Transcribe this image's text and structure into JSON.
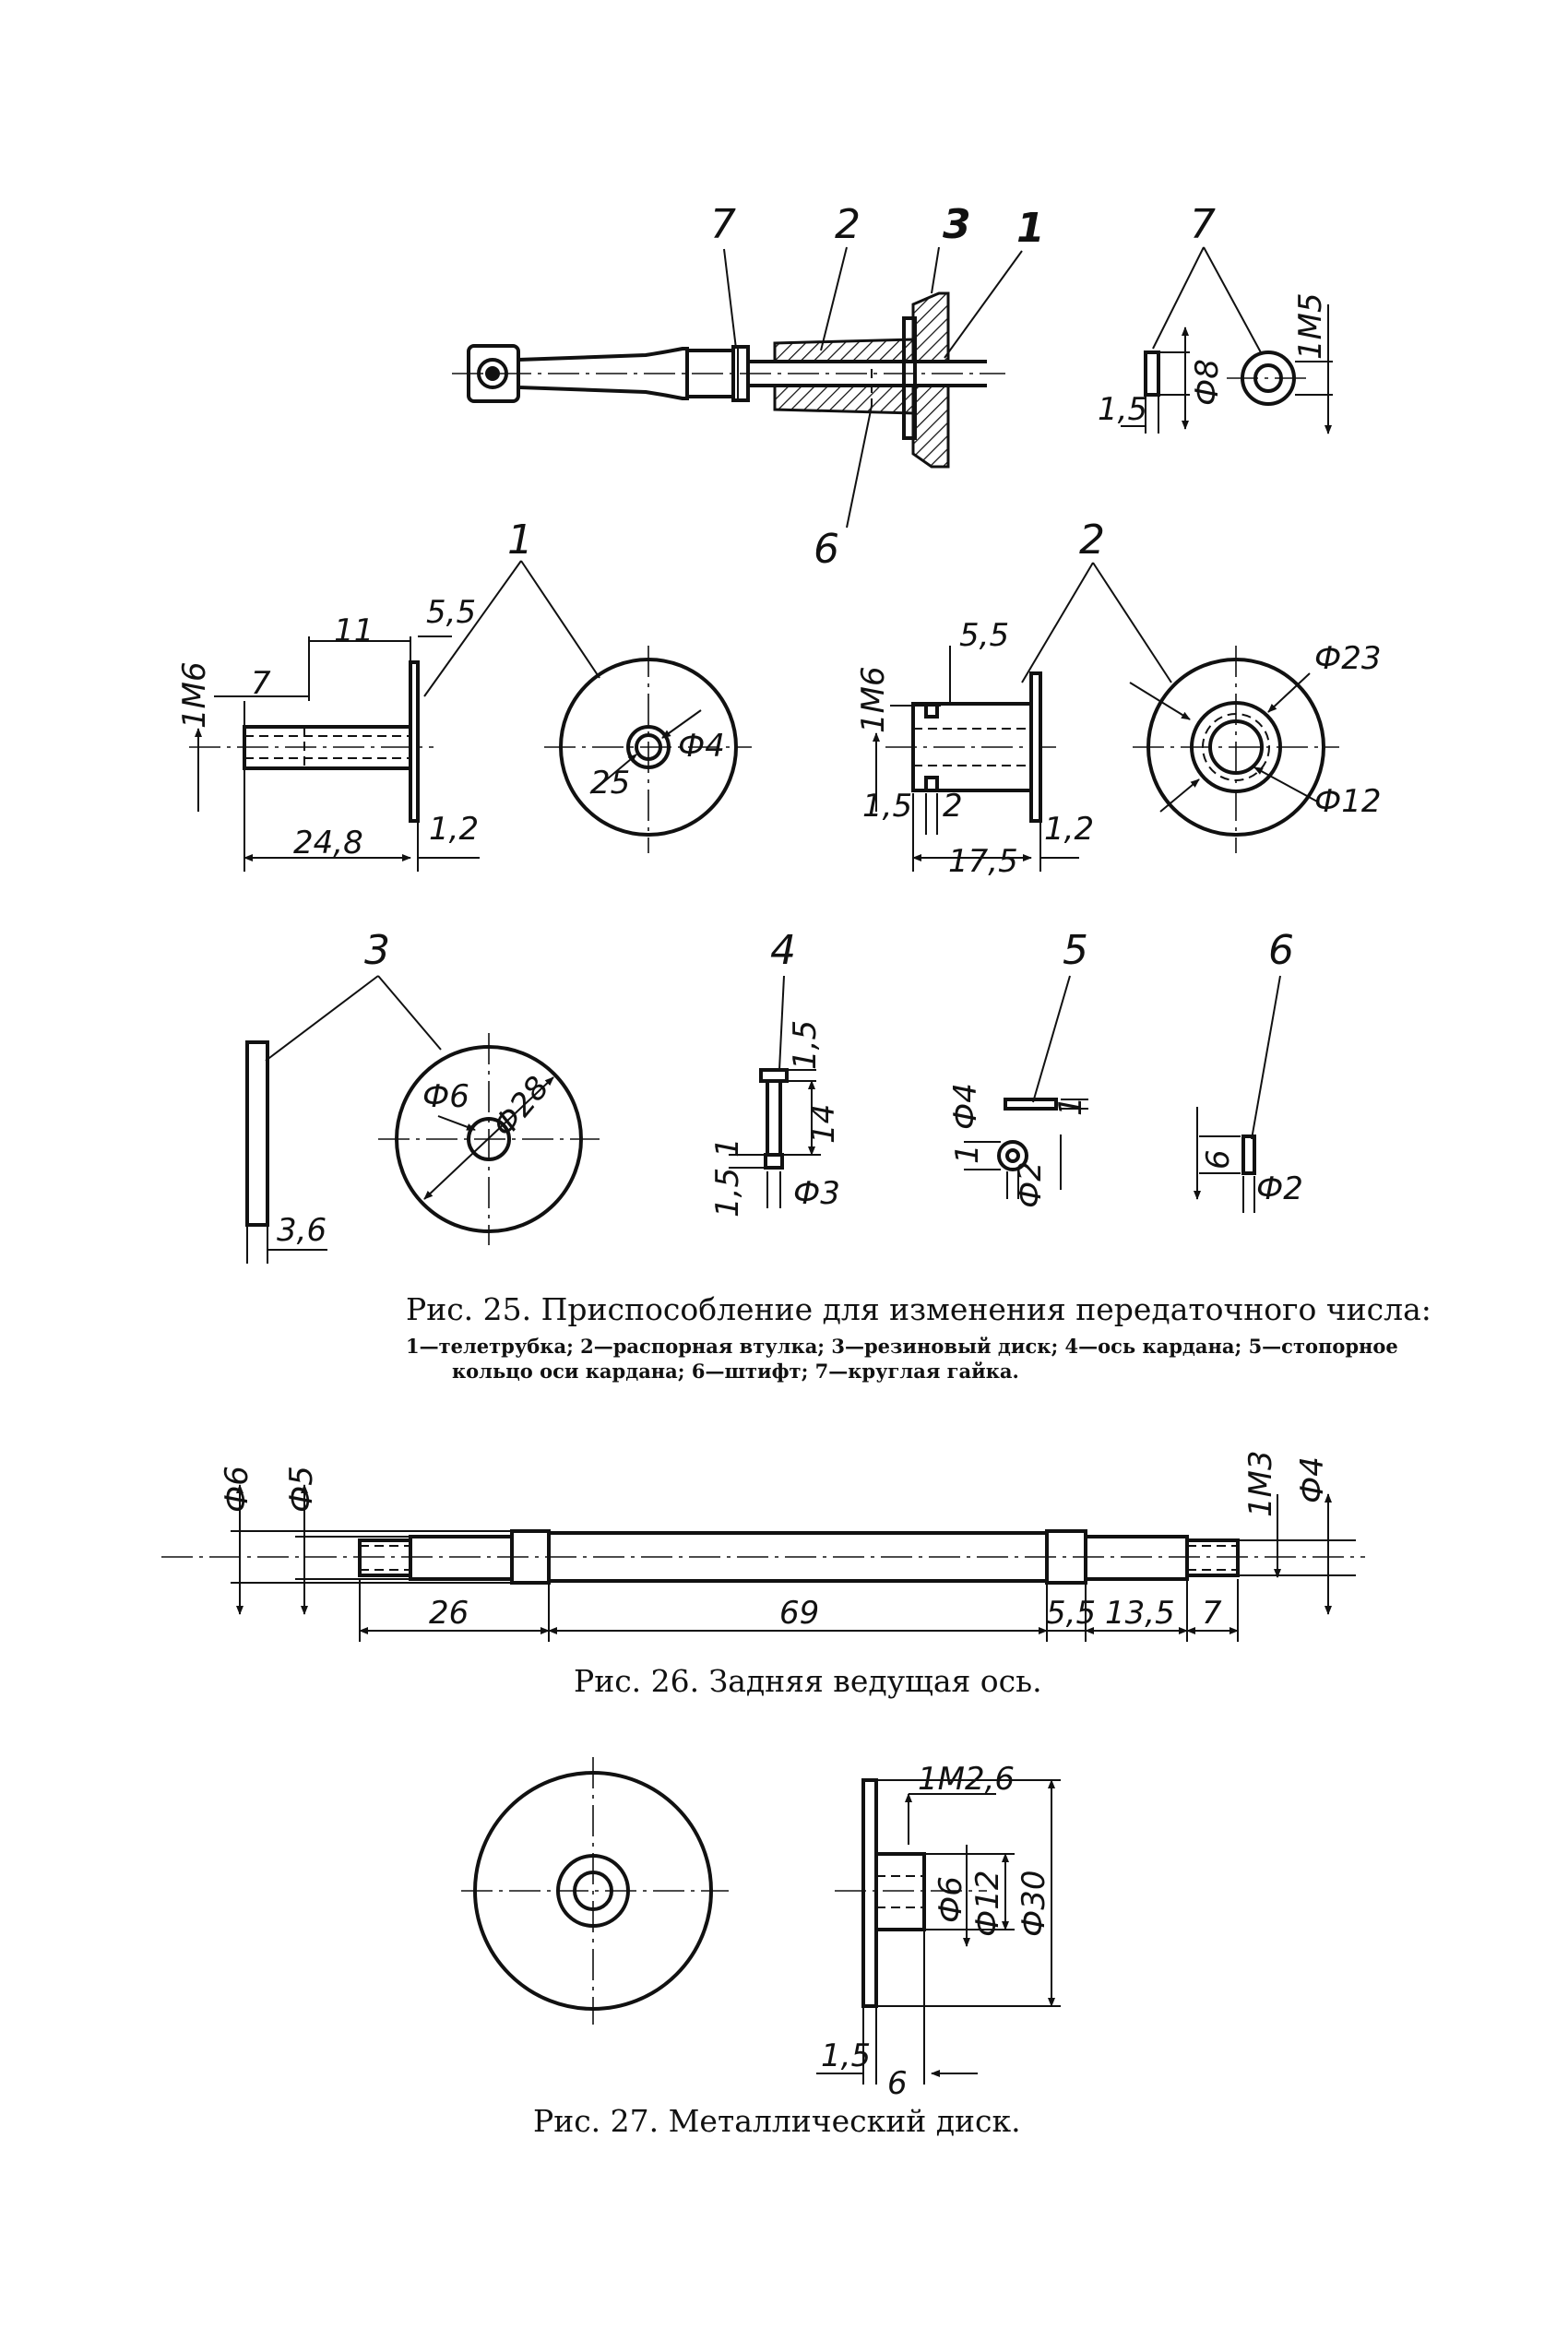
{
  "fig25": {
    "caption": "Рис. 25. Приспособление для изменения передаточного числа:",
    "legend_line1": "1—телетрубка; 2—распорная втулка; 3—резиновый диск; 4—ось кардана; 5—стопорное",
    "legend_line2": "кольцо оси кардана; 6—штифт; 7—круглая гайка.",
    "assembly_labels": [
      "7",
      "2",
      "3",
      "1",
      "6"
    ],
    "nut_label": "7",
    "nut_dims": [
      "Ф8",
      "1,5",
      "1М5"
    ],
    "part1": {
      "label": "1",
      "dims": [
        "1М6",
        "7",
        "11",
        "5,5",
        "24,8",
        "1,2",
        "Ф4",
        "25"
      ]
    },
    "part2": {
      "label": "2",
      "dims": [
        "1М6",
        "5,5",
        "1,5",
        "2",
        "17,5",
        "1,2",
        "Ф23",
        "Ф12"
      ]
    },
    "part3": {
      "label": "3",
      "dims": [
        "3,6",
        "Ф6",
        "Ф28"
      ]
    },
    "part4": {
      "label": "4",
      "dims": [
        "1,5",
        "14",
        "1",
        "1,5",
        "Ф3"
      ]
    },
    "part5": {
      "label": "5",
      "dims": [
        "Ф4",
        "1",
        "1",
        "Ф2"
      ]
    },
    "part6": {
      "label": "6",
      "dims": [
        "6",
        "Ф2"
      ]
    }
  },
  "fig26": {
    "caption": "Рис. 26. Задняя ведущая ось.",
    "dims_top": [
      "Ф6",
      "Ф5",
      "1М3",
      "Ф4"
    ],
    "dims_bottom": [
      "26",
      "69",
      "5,5",
      "13,5",
      "7"
    ]
  },
  "fig27": {
    "caption": "Рис. 27. Металлический диск.",
    "dims": [
      "1М2,6",
      "Ф6",
      "Ф12",
      "Ф30",
      "1,5",
      "6"
    ]
  }
}
